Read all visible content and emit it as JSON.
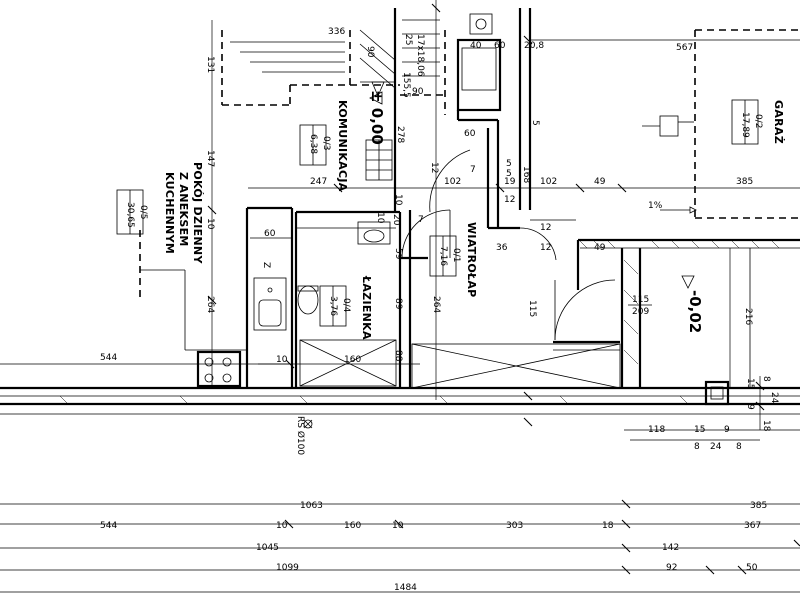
{
  "rooms": {
    "living": {
      "name_lines": [
        "POKÓJ DZIENNY",
        "Z ANEKSEM",
        "KUCHENNYM"
      ],
      "number": "0/5",
      "area": "30,65"
    },
    "corridor": {
      "name": "KOMUNIKACJA",
      "number": "0/3",
      "area": "6,38"
    },
    "bathroom": {
      "name": "ŁAZIENKA",
      "number": "0/4",
      "area": "3,76"
    },
    "closet": {
      "name": "WIATROŁAP",
      "number": "0/1",
      "area": "7,16"
    },
    "garage": {
      "name": "GARAŻ",
      "number": "0/2",
      "area": "17,89"
    }
  },
  "levels": {
    "main": "± 0,00",
    "garage": "-0,02"
  },
  "labels": {
    "door_size_top": "115",
    "door_size_bottom": "209",
    "vent": "RS Ø100",
    "percent": "1%",
    "fridge": "Z"
  },
  "dimensions": {
    "d_336": "336",
    "d_90a": "90",
    "d_25": "25",
    "d_17x18": "17x18,06",
    "d_155": "155,5",
    "d_131": "131",
    "d_90b": "90",
    "d_40": "40",
    "d_60a": "60",
    "d_20_8": "20,8",
    "d_567": "567",
    "d_147": "147",
    "d_278": "278",
    "d_60b": "60",
    "d_5a": "5",
    "d_5b": "5",
    "d_5c": "5",
    "d_247": "247",
    "d_102a": "102",
    "d_19": "19",
    "d_102b": "102",
    "d_49a": "49",
    "d_385a": "385",
    "d_10a": "10",
    "d_12a": "12",
    "d_168": "168",
    "d_12b": "12",
    "d_7a": "7",
    "d_10b": "10",
    "d_60c": "60",
    "d_10c": "10",
    "d_20": "20",
    "d_7b": "7",
    "d_12c": "12",
    "d_36": "36",
    "d_12d": "12",
    "d_49b": "49",
    "d_264a": "264",
    "d_59": "59",
    "d_89": "89",
    "d_264b": "264",
    "d_115": "115",
    "d_216": "216",
    "d_544a": "544",
    "d_10d": "10",
    "d_160a": "160",
    "d_88": "88",
    "d_15a": "15",
    "d_8a": "8",
    "d_24a": "24",
    "d_9a": "9",
    "d_118": "118",
    "d_15b": "15",
    "d_9b": "9",
    "d_18a": "18",
    "d_8b": "8",
    "d_24b": "24",
    "d_8c": "8",
    "d_1063": "1063",
    "d_385b": "385",
    "d_544b": "544",
    "d_10e": "10",
    "d_160b": "160",
    "d_10f": "10",
    "d_303": "303",
    "d_18b": "18",
    "d_367": "367",
    "d_1045": "1045",
    "d_142": "142",
    "d_1099": "1099",
    "d_92": "92",
    "d_50": "50",
    "d_1484": "1484"
  }
}
